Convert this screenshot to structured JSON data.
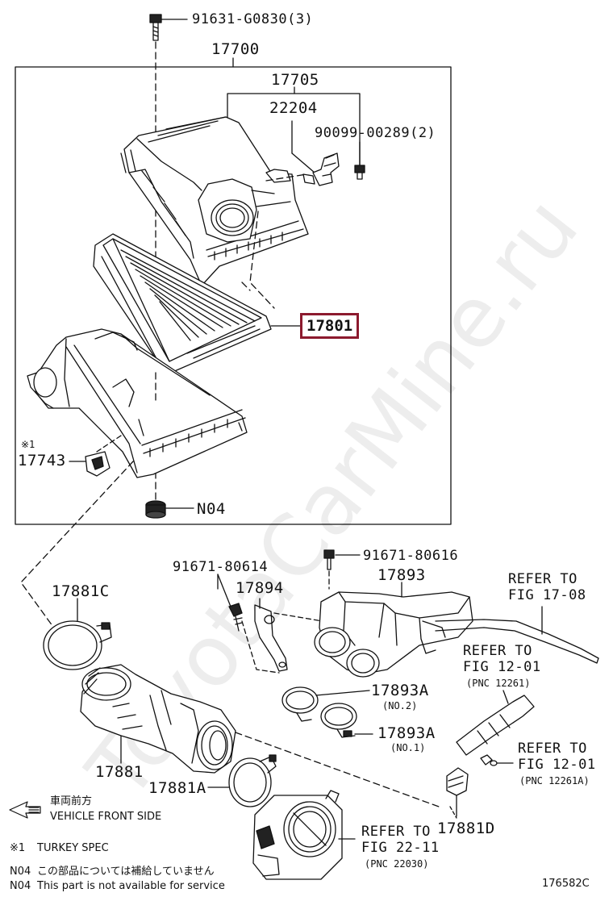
{
  "watermark": "ToyotaCarMine.ru",
  "callouts": {
    "p91631": "91631-G0830(3)",
    "p17700": "17700",
    "p17705": "17705",
    "p22204": "22204",
    "p90099": "90099-00289(2)",
    "p17801": "17801",
    "p17743_mark": "※1",
    "p17743": "17743",
    "pN04": "N04",
    "p17881C": "17881C",
    "p91671a": "91671-80614",
    "p17894": "17894",
    "p91671b": "91671-80616",
    "p17893": "17893",
    "p17893A1": "17893A",
    "p17893A1_sub": "(NO.2)",
    "p17893A2": "17893A",
    "p17893A2_sub": "(NO.1)",
    "p17881": "17881",
    "p17881A": "17881A",
    "p17881D": "17881D"
  },
  "refers": {
    "r1_line1": "REFER TO",
    "r1_line2": "FIG 17-08",
    "r2_line1": "REFER TO",
    "r2_line2": "FIG 12-01",
    "r2_line3": "(PNC 12261)",
    "r3_line1": "REFER TO",
    "r3_line2": "FIG 12-01",
    "r3_line3": "(PNC 12261A)",
    "r4_line1": "REFER TO",
    "r4_line2": "FIG 22-11",
    "r4_line3": "(PNC 22030)"
  },
  "legend": {
    "front_jp": "車両前方",
    "front_en": "VEHICLE FRONT SIDE",
    "note1_mark": "※1",
    "note1": "TURKEY SPEC",
    "n04_jp_code": "N04",
    "n04_jp": "この部品については補給していません",
    "n04_en_code": "N04",
    "n04_en": "This part is not available for service",
    "fig_code": "176582C"
  },
  "colors": {
    "highlight": "#8c1a2e",
    "line": "#111111"
  }
}
